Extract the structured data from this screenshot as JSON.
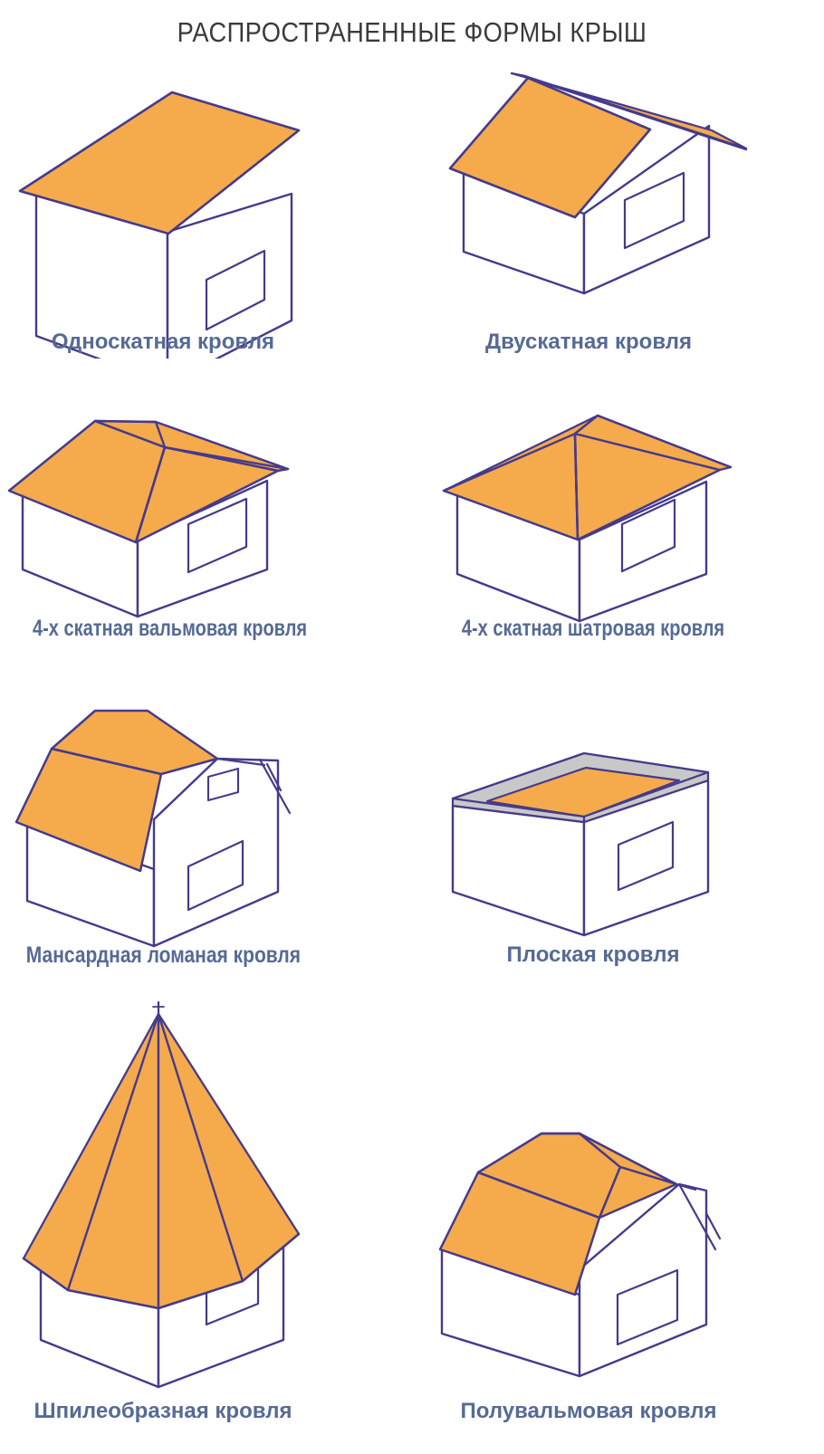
{
  "page": {
    "title": "РАСПРОСТРАНЕННЫЕ ФОРМЫ КРЫШ",
    "background_color": "#ffffff",
    "title_color": "#3a3a3a"
  },
  "colors": {
    "roof_orange": "#F5AA4C",
    "outline_indigo": "#453A8C",
    "wall_white": "#ffffff",
    "parapet_gray": "#C8C8C8",
    "caption_blue": "#566a94"
  },
  "figures": [
    {
      "id": "shed-roof",
      "label": "Односкатная кровля",
      "icon": "shed-roof-icon",
      "roof_type": "single-slope",
      "features": [
        "single orange slope plane",
        "rectangular box wall",
        "one window on right wall"
      ]
    },
    {
      "id": "gable-roof",
      "label": "Двускатная кровля",
      "icon": "gable-roof-icon",
      "roof_type": "gable",
      "features": [
        "two slopes meeting at ridge",
        "front slope orange",
        "far slope sliver visible",
        "one window on right wall"
      ]
    },
    {
      "id": "hip-roof",
      "label": "4-х скатная вальмовая кровля",
      "icon": "hip-roof-icon",
      "roof_type": "hip",
      "features": [
        "four slopes",
        "short horizontal ridge",
        "hip lines to corners",
        "one window on right wall"
      ]
    },
    {
      "id": "tent-roof",
      "label": "4-х скатная шатровая кровля",
      "icon": "tent-roof-icon",
      "roof_type": "pyramidal-hip",
      "features": [
        "four slopes converging at single apex",
        "no ridge",
        "one window on right wall"
      ]
    },
    {
      "id": "mansard-roof",
      "label": "Мансардная ломаная кровля",
      "icon": "mansard-roof-icon",
      "roof_type": "gambrel-mansard",
      "features": [
        "two-pitch broken slope",
        "upper shallow plane",
        "lower steep plane",
        "attic window on gable face",
        "main window on right wall"
      ]
    },
    {
      "id": "flat-roof",
      "label": "Плоская  кровля",
      "icon": "flat-roof-icon",
      "roof_type": "flat",
      "features": [
        "gray parapet border",
        "orange inner flat deck",
        "box wall",
        "one window on right wall"
      ]
    },
    {
      "id": "spire-roof",
      "label": "Шпилеобразная кровля",
      "icon": "spire-roof-icon",
      "roof_type": "spire",
      "features": [
        "tall steep pyramid",
        "four visible faces",
        "finial at apex",
        "box base with window"
      ]
    },
    {
      "id": "half-hip-roof",
      "label": "Полувальмовая кровля",
      "icon": "half-hip-roof-icon",
      "roof_type": "half-hip",
      "features": [
        "main orange slope",
        "break line",
        "hipped end section at gable top",
        "one window on right wall"
      ]
    }
  ]
}
